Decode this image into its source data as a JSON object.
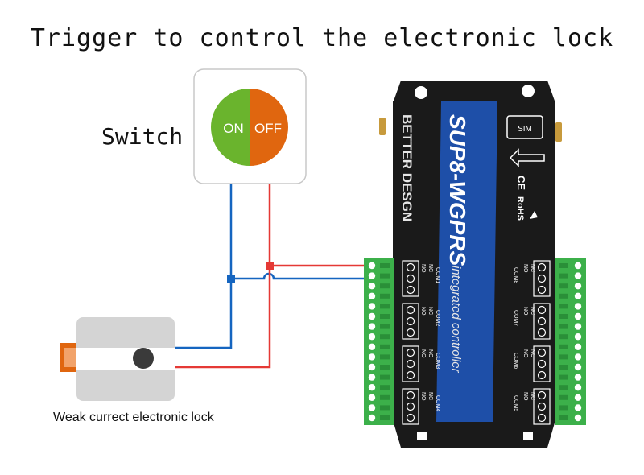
{
  "title": "Trigger to control the electronic lock",
  "switch": {
    "label": "Switch",
    "on_text": "ON",
    "off_text": "OFF"
  },
  "lock": {
    "label": "Weak currect electronic lock"
  },
  "controller": {
    "brand": "BETTER DESGN",
    "model": "SUP8-WGPRS",
    "subtitle": "integrated controller",
    "sim_label": "SIM",
    "cert_mark": "CE",
    "rohs_mark": "RoHS",
    "relay_left": [
      {
        "name": "COM1",
        "nc": "NC",
        "no": "NO"
      },
      {
        "name": "COM2",
        "nc": "NC",
        "no": "NO"
      },
      {
        "name": "COM3",
        "nc": "NC",
        "no": "NO"
      },
      {
        "name": "COM4",
        "nc": "NC",
        "no": "NO"
      }
    ],
    "relay_right": [
      {
        "name": "COM8",
        "nc": "NC",
        "no": "NO"
      },
      {
        "name": "COM7",
        "nc": "NC",
        "no": "NO"
      },
      {
        "name": "COM6",
        "nc": "NC",
        "no": "NO"
      },
      {
        "name": "COM5",
        "nc": "NC",
        "no": "NO"
      }
    ]
  },
  "colors": {
    "wire_blue": "#1565c0",
    "wire_red": "#e53935",
    "switch_on": "#6ab42d",
    "switch_off": "#e0660f",
    "terminal_green": "#3cb04a",
    "controller_body": "#1a1a1a",
    "controller_blue": "#1e4fa8"
  }
}
